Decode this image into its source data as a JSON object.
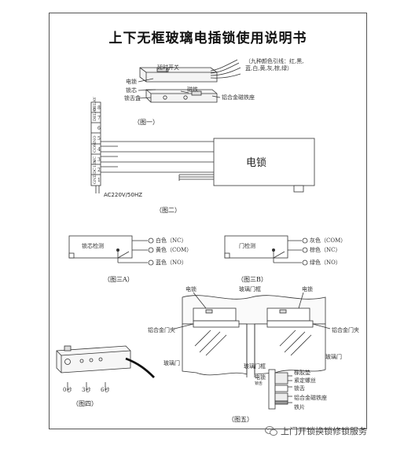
{
  "title": "上下无框玻璃电插锁使用说明书",
  "fig1": {
    "caption": "（图一）",
    "labels": {
      "delay_switch": "延时开关",
      "wires_note": "（九种颜色引线：红,黑,\n蓝,白,黄,灰,棕,绿）",
      "electric_lock": "电锁",
      "lock_core": "锁芯",
      "magnet": "磁铁",
      "lock_tongue_box": "锁舌盒",
      "alloy_magnet_base": "铝合金磁铁座"
    }
  },
  "fig2": {
    "caption": "（图二）",
    "lock_label": "电锁",
    "power_label": "AC220V/50HZ",
    "terminals": [
      "8",
      "7",
      "6",
      "5",
      "4",
      "3",
      "2",
      "1"
    ],
    "terminal_text": [
      "DELAY",
      "DELAY",
      "",
      "NO",
      "COM",
      "NC",
      "DC12V",
      "GND"
    ]
  },
  "fig3a": {
    "caption": "（图三A）",
    "label": "锁芯检测",
    "outputs": [
      "白色（NC）",
      "黄色（COM）",
      "蓝色（NO）"
    ]
  },
  "fig3b": {
    "caption": "（图三B）",
    "label": "门检测",
    "outputs": [
      "灰色（COM）",
      "棕色（NC）",
      "绿色（NO）"
    ]
  },
  "fig4": {
    "caption": "（图四）",
    "delays": [
      "0秒",
      "3秒",
      "6秒"
    ]
  },
  "fig5": {
    "caption": "（图五）",
    "top_labels": {
      "electric_lock_left": "电锁",
      "glass_frame": "玻璃门框",
      "electric_lock_right": "电锁"
    },
    "side_labels": {
      "alloy_frame_left": "铝合金门夹",
      "glass_door_left": "玻璃门",
      "alloy_frame_right": "铝合金门夹",
      "glass_door_right": "玻璃门"
    },
    "detail": {
      "glass_door_frame": "玻璃门框",
      "electric_lock": "电锁",
      "lock_tongue": "锁舌",
      "rubber_pad": "橡胶垫",
      "fix_screw": "紧定螺丝",
      "tongue": "锁舌",
      "alloy_magnet_base": "铝合金磁铁座",
      "iron_plate": "铁片"
    }
  },
  "watermark": {
    "text": "上门开锁换锁修锁服务",
    "icon": "wechat-icon"
  }
}
